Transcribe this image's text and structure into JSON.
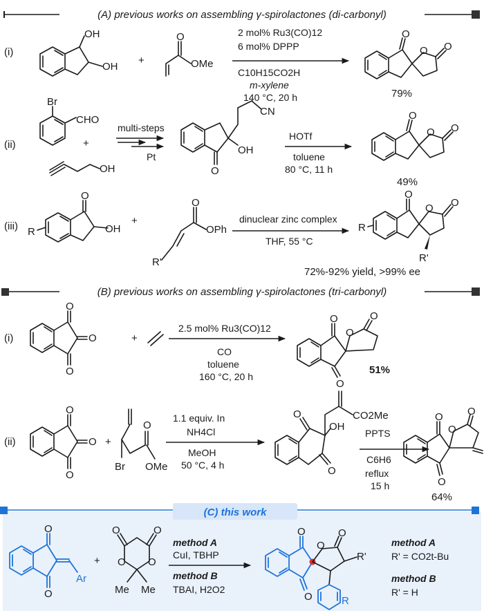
{
  "sections": {
    "A": {
      "title": "(A) previous works on assembling γ-spirolactones (di-carbonyl)"
    },
    "B": {
      "title": "(B) previous works on assembling γ-spirolactones (tri-carbonyl)"
    },
    "C": {
      "title": "(C) this work"
    }
  },
  "rows": {
    "a1": {
      "label": "(i)",
      "reagent_label": "OMe",
      "cond_above": [
        "2 mol% Ru3(CO)12",
        "6 mol% DPPP"
      ],
      "cond_below": [
        "C10H15CO2H",
        "m-xylene",
        "140 °C, 20 h"
      ],
      "yield": "79%"
    },
    "a2": {
      "label": "(ii)",
      "cond1_above": "multi-steps",
      "cond1_below": "Pt",
      "cond2_above": "HOTf",
      "cond2_below": [
        "toluene",
        "80 °C, 11 h"
      ],
      "yield": "49%"
    },
    "a3": {
      "label": "(iii)",
      "reagent_label": "OPh",
      "cond_above": "dinuclear zinc complex",
      "cond_below": "THF, 55 °C",
      "yield": "72%-92% yield, >99% ee"
    },
    "b1": {
      "label": "(i)",
      "cond_above": "2.5 mol% Ru3(CO)12",
      "cond_below": [
        "CO",
        "toluene",
        "160 °C, 20 h"
      ],
      "yield": "51%"
    },
    "b2": {
      "label": "(ii)",
      "cond1_above": [
        "1.1 equiv. In",
        "NH4Cl"
      ],
      "cond1_below": [
        "MeOH",
        "50 °C, 4 h"
      ],
      "cond2_above": "PPTS",
      "cond2_below": [
        "C6H6",
        "reflux",
        "15 h"
      ],
      "yield": "64%"
    },
    "c": {
      "method_a": "method A",
      "method_a_cond": "CuI, TBHP",
      "method_b": "method B",
      "method_b_cond": "TBAI, H2O2",
      "product_a": "R' = CO2t-Bu",
      "product_b": "R' = H"
    }
  },
  "atoms": {
    "O": "O",
    "OH": "OH",
    "CHO": "CHO",
    "Br": "Br",
    "CN": "CN",
    "R": "R",
    "Rp": "R'",
    "Ar": "Ar",
    "Me": "Me",
    "CO2Me": "CO2Me",
    "OMe": "OMe",
    "OPh": "OPh"
  },
  "colors": {
    "blue": "#1e73d8",
    "panel_bg": "#e9f1fb",
    "dot_red": "#d9302a"
  }
}
